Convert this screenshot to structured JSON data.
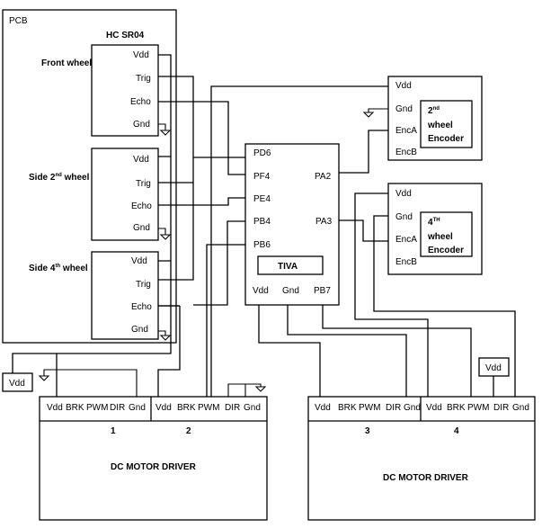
{
  "pcb": {
    "label": "PCB",
    "sensor_title": "HC  SR04",
    "sensors": [
      {
        "name": "Front wheel",
        "ordinal": "",
        "suffix": "",
        "pins": [
          "Vdd",
          "Trig",
          "Echo",
          "Gnd"
        ]
      },
      {
        "name": "Side 2",
        "ordinal": "nd",
        "suffix": " wheel",
        "pins": [
          "Vdd",
          "Trig",
          "Echo",
          "Gnd"
        ]
      },
      {
        "name": "Side 4",
        "ordinal": "th",
        "suffix": " wheel",
        "pins": [
          "Vdd",
          "Trig",
          "Echo",
          "Gnd"
        ]
      }
    ]
  },
  "tiva": {
    "label": "TIVA",
    "left_pins": [
      "PD6",
      "PF4",
      "PE4",
      "PB4",
      "PB6"
    ],
    "right_pins": [
      "PA2",
      "PA3"
    ],
    "bottom_pins": [
      "Vdd",
      "Gnd",
      "PB7"
    ]
  },
  "encoders": [
    {
      "num": "2",
      "ordinal": "nd",
      "line2": "wheel",
      "line3": "Encoder",
      "pins": [
        "Vdd",
        "Gnd",
        "EncA",
        "EncB"
      ]
    },
    {
      "num": "4",
      "ordinal": "TH",
      "line2": "wheel",
      "line3": "Encoder",
      "pins": [
        "Vdd",
        "Gnd",
        "EncA",
        "EncB"
      ]
    }
  ],
  "vdd_label": "Vdd",
  "drivers": [
    {
      "title": "DC MOTOR DRIVER",
      "channels": [
        "1",
        "2"
      ],
      "pins": [
        "Vdd",
        "BRK",
        "PWM",
        "DIR",
        "Gnd"
      ]
    },
    {
      "title": "DC MOTOR DRIVER",
      "channels": [
        "3",
        "4"
      ],
      "pins": [
        "Vdd",
        "BRK",
        "PWM",
        "DIR",
        "Gnd"
      ]
    }
  ]
}
